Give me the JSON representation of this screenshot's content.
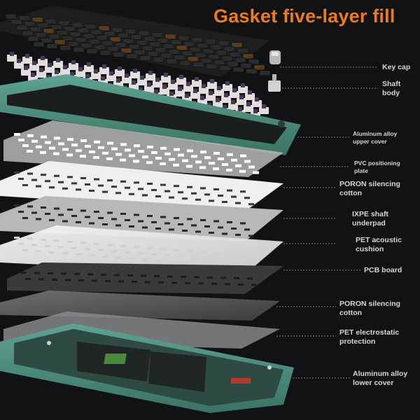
{
  "title": "Gasket five-layer fill",
  "layers": [
    {
      "id": "keycap",
      "label": [
        "Key cap"
      ]
    },
    {
      "id": "shaft",
      "label": [
        "Shaft",
        "body"
      ]
    },
    {
      "id": "upper",
      "label": [
        "Aluminum alloy",
        "upper cover"
      ]
    },
    {
      "id": "pvc",
      "label": [
        "PVC positioning",
        "plate"
      ]
    },
    {
      "id": "poron1",
      "label": [
        "PORON silencing",
        "cotton"
      ]
    },
    {
      "id": "ixpe",
      "label": [
        "IXPE shaft",
        "underpad"
      ]
    },
    {
      "id": "pet1",
      "label": [
        "PET acoustic",
        "cushion"
      ]
    },
    {
      "id": "pcb",
      "label": [
        "PCB board"
      ]
    },
    {
      "id": "poron2",
      "label": [
        "PORON silencing",
        "cotton"
      ]
    },
    {
      "id": "pet2",
      "label": [
        "PET electrostatic",
        "protection"
      ]
    },
    {
      "id": "lower",
      "label": [
        "Aluminum alloy",
        "lower cover"
      ]
    }
  ],
  "colors": {
    "background": "#111214",
    "title": "#f07a1a",
    "case_teal": "#4e8f7f",
    "keycap_dark": "#262626",
    "keycap_light": "#dcdcd8",
    "plate": "#c9c9c9",
    "label": "#d6d6d6"
  }
}
